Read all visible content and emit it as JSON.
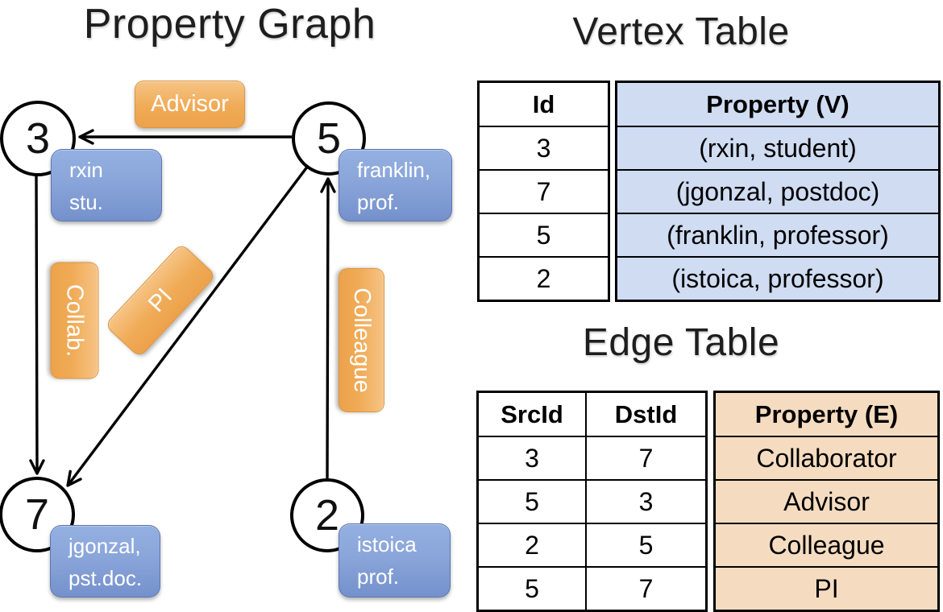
{
  "graph": {
    "title": "Property Graph",
    "nodes": [
      {
        "id": "3",
        "property": [
          "rxin",
          "stu."
        ]
      },
      {
        "id": "5",
        "property": [
          "franklin,",
          "prof."
        ]
      },
      {
        "id": "7",
        "property": [
          "jgonzal,",
          "pst.doc."
        ]
      },
      {
        "id": "2",
        "property": [
          "istoica",
          "prof."
        ]
      }
    ],
    "edge_labels": {
      "advisor": "Advisor",
      "collab": "Collab.",
      "pi": "PI",
      "colleague": "Colleague"
    },
    "edges": [
      {
        "src": "5",
        "dst": "3",
        "label": "Advisor"
      },
      {
        "src": "3",
        "dst": "7",
        "label": "Collab."
      },
      {
        "src": "5",
        "dst": "7",
        "label": "PI"
      },
      {
        "src": "2",
        "dst": "5",
        "label": "Colleague"
      }
    ]
  },
  "vertex_table": {
    "title": "Vertex Table",
    "columns": {
      "id": "Id",
      "property": "Property (V)"
    },
    "rows": [
      {
        "id": "3",
        "property": "(rxin, student)"
      },
      {
        "id": "7",
        "property": "(jgonzal, postdoc)"
      },
      {
        "id": "5",
        "property": "(franklin, professor)"
      },
      {
        "id": "2",
        "property": "(istoica, professor)"
      }
    ]
  },
  "edge_table": {
    "title": "Edge Table",
    "columns": {
      "src": "SrcId",
      "dst": "DstId",
      "property": "Property (E)"
    },
    "rows": [
      {
        "src": "3",
        "dst": "7",
        "property": "Collaborator"
      },
      {
        "src": "5",
        "dst": "3",
        "property": "Advisor"
      },
      {
        "src": "2",
        "dst": "5",
        "property": "Colleague"
      },
      {
        "src": "5",
        "dst": "7",
        "property": "PI"
      }
    ]
  },
  "colors": {
    "edge_label_top": "#f6c486",
    "edge_label_bottom": "#eca24b",
    "vertex_box_top": "#94b0e1",
    "vertex_box_bottom": "#7591cc",
    "vertex_table_property_bg": "#cfdcf2",
    "edge_table_property_bg": "#f5dcc0",
    "line": "#000000"
  }
}
